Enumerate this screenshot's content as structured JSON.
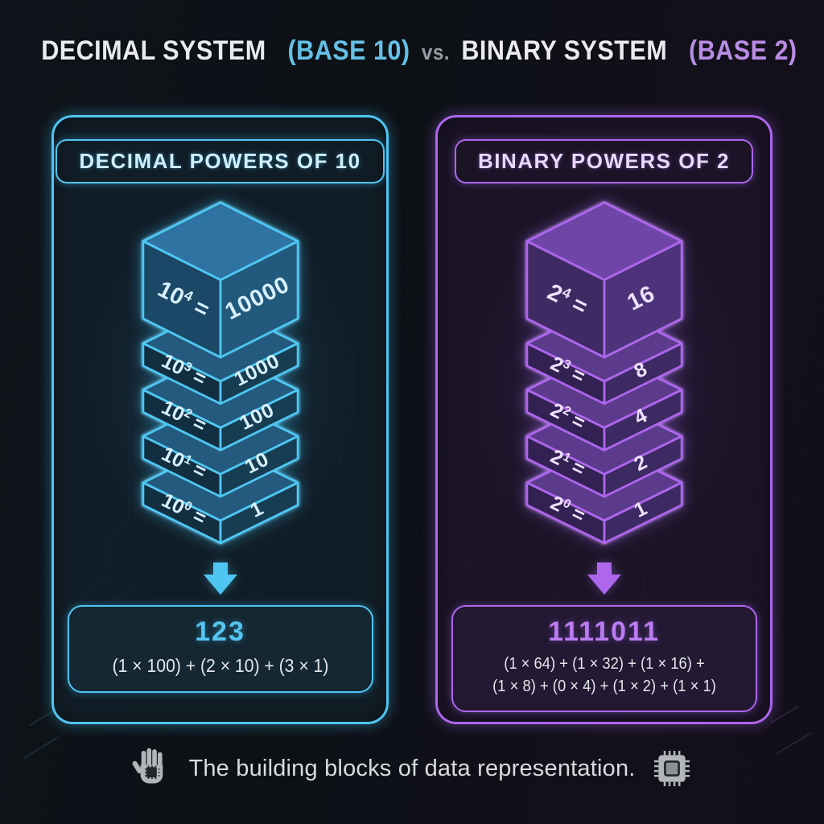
{
  "title": {
    "decimal_label": "DECIMAL SYSTEM",
    "decimal_base": "(BASE 10)",
    "decimal_base_color": "#64c0e6",
    "vs": "vs.",
    "binary_label": "BINARY SYSTEM",
    "binary_base": "(BASE 2)",
    "binary_base_color": "#b88ce4"
  },
  "panels": [
    {
      "id": "decimal",
      "header": "DECIMAL POWERS OF 10",
      "accent": "#4fc6f2",
      "text_soft": "#cdeefb",
      "number": "#55c4f0",
      "glow": "rgba(62,188,240,0.45)",
      "glow_strong": "rgba(120,218,255,0.85)",
      "bloom": "rgba(48,150,205,0.14)",
      "panel_bg": "rgba(18,31,41,0.88)",
      "box_bg": "rgba(26,47,61,0.55)",
      "faces": {
        "cube_top": "#2f73a2",
        "cube_left": "#1b4866",
        "cube_right": "#225a7e",
        "slab_top": "#235a7d",
        "slab_left": "#122f42",
        "slab_right": "#173d52",
        "text": "#d8f0fc"
      },
      "eq": "=",
      "blocks": [
        {
          "base": "10",
          "exp": "4",
          "value": "10000"
        },
        {
          "base": "10",
          "exp": "3",
          "value": "1000"
        },
        {
          "base": "10",
          "exp": "2",
          "value": "100"
        },
        {
          "base": "10",
          "exp": "1",
          "value": "10"
        },
        {
          "base": "10",
          "exp": "0",
          "value": "1"
        }
      ],
      "result": {
        "number": "123",
        "lines": [
          "(1 × 100) + (2 × 10) + (3 × 1)"
        ]
      }
    },
    {
      "id": "binary",
      "header": "BINARY POWERS OF 2",
      "accent": "#ad66ec",
      "text_soft": "#e9d8fb",
      "number": "#bb7bf2",
      "glow": "rgba(160,100,235,0.45)",
      "glow_strong": "rgba(205,160,255,0.85)",
      "bloom": "rgba(130,75,200,0.14)",
      "panel_bg": "rgba(28,21,40,0.88)",
      "box_bg": "rgba(42,30,60,0.55)",
      "faces": {
        "cube_top": "#6f46a8",
        "cube_left": "#3f2a63",
        "cube_right": "#4d3379",
        "slab_top": "#5c3b8c",
        "slab_left": "#322152",
        "slab_right": "#3d2a63",
        "text": "#efe1fd"
      },
      "eq": "=",
      "blocks": [
        {
          "base": "2",
          "exp": "4",
          "value": "16"
        },
        {
          "base": "2",
          "exp": "3",
          "value": "8"
        },
        {
          "base": "2",
          "exp": "2",
          "value": "4"
        },
        {
          "base": "2",
          "exp": "1",
          "value": "2"
        },
        {
          "base": "2",
          "exp": "0",
          "value": "1"
        }
      ],
      "result": {
        "number": "1111011",
        "lines": [
          "(1 × 64) + (1 × 32) + (1 × 16) +",
          "(1 × 8) + (0 × 4) + (1 × 2) + (1 × 1)"
        ]
      }
    }
  ],
  "footer": {
    "text": "The building blocks of data representation.",
    "left_icon": "hand-chip-icon",
    "right_icon": "microchip-icon"
  }
}
